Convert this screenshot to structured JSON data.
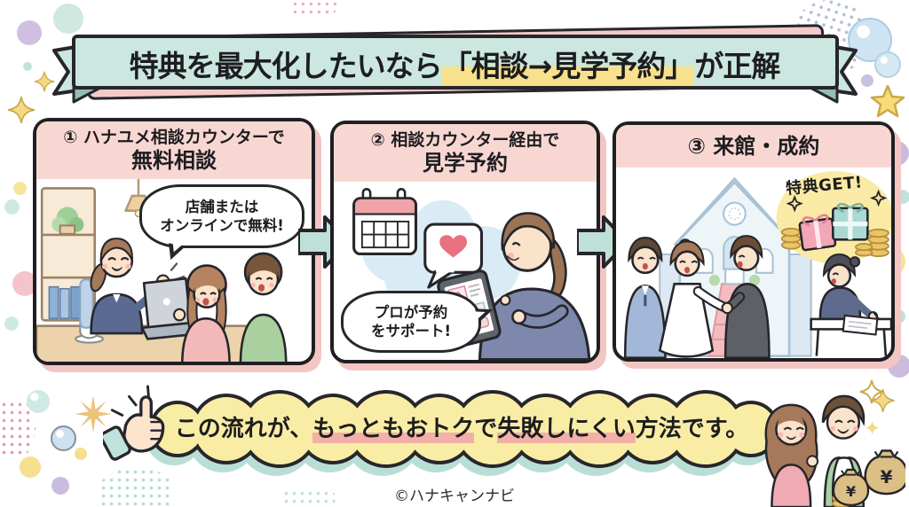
{
  "banner": {
    "pre": "特典を最大化したいなら",
    "highlight": "「相談→見学予約」",
    "post": "が正解"
  },
  "steps": [
    {
      "header_line1": "① ハナユメ相談カウンターで",
      "header_line2": "無料相談",
      "bubble_line1": "店舗または",
      "bubble_line2": "オンラインで無料!"
    },
    {
      "header_line1": "② 相談カウンター経由で",
      "header_line2": "見学予約",
      "bubble_line1": "プロが予約",
      "bubble_line2": "をサポート!"
    },
    {
      "header": "③ 来館・成約",
      "badge": "特典GET!"
    }
  ],
  "conclusion": {
    "seg1": "この流れが、",
    "seg2": "もっともおトク",
    "seg3": "で",
    "seg4": "失敗しにくい",
    "seg5": "方法です。"
  },
  "footer": {
    "credit": "©ハナキャンナビ"
  },
  "decor": {
    "money_bag_symbol": "¥"
  },
  "icons": {
    "thumbs_up": "thumbs-up",
    "calendar": "calendar",
    "heart_message": "heart-chat-bubble",
    "gift_boxes": "gift-boxes",
    "coins": "coin-stacks",
    "money_bags": "money-bags",
    "sparkles": "sparkles",
    "flow_arrow": "arrow-right"
  },
  "colors": {
    "ribbon_mint": "#cbe7df",
    "ribbon_pink_back": "#f4cac8",
    "panel_header_pink": "#f8d7d3",
    "panel_shadow_pink": "#f3c6c3",
    "title_highlight_yellow": "#f7e18c",
    "conclusion_bubble_yellow": "#f9eda6",
    "conclusion_underline_pink": "#f3b0a8",
    "arrow_mint": "#bfe0d8",
    "outline_black": "#26262b"
  }
}
